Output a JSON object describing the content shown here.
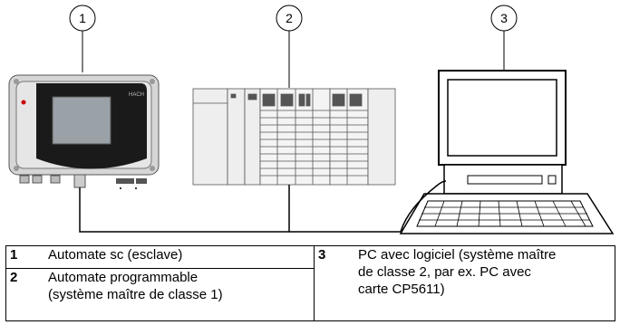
{
  "callouts": [
    "1",
    "2",
    "3"
  ],
  "device_brand": "HACH",
  "legend": {
    "item1": {
      "num": "1",
      "text": "Automate sc (esclave)"
    },
    "item2": {
      "num": "2",
      "text_line1": "Automate programmable",
      "text_line2": "(système maître de classe 1)"
    },
    "item3": {
      "num": "3",
      "text_line1": "PC avec logiciel (système maître",
      "text_line2": "de classe 2, par ex. PC avec",
      "text_line3": "carte CP5611)"
    }
  }
}
